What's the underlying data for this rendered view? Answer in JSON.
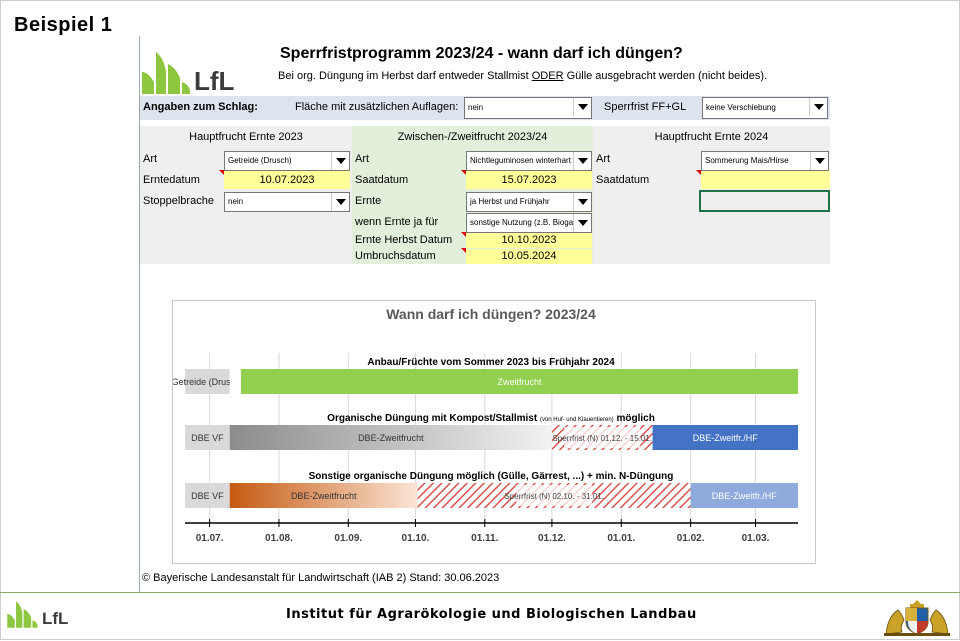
{
  "slide_title": "Beispiel 1",
  "logo_text": "LfL",
  "sheet": {
    "title": "Sperrfristprogramm 2023/24 - wann darf ich düngen?",
    "subtitle_pre": "Bei org. Düngung im Herbst darf entweder Stallmist ",
    "subtitle_under": "ODER",
    "subtitle_post": " Gülle ausgebracht werden (nicht beides)."
  },
  "band": {
    "label": "Angaben zum Schlag:",
    "flaeche_label": "Fläche mit zusätzlichen Auflagen:",
    "flaeche_value": "nein",
    "sperrfrist_label": "Sperrfrist FF+GL",
    "sperrfrist_value": "keine Verschiebung"
  },
  "col1": {
    "header": "Hauptfrucht Ernte 2023",
    "art_label": "Art",
    "art_value": "Getreide (Drusch)",
    "datum_label": "Erntedatum",
    "datum_value": "10.07.2023",
    "stoppel_label": "Stoppelbrache",
    "stoppel_value": "nein"
  },
  "col2": {
    "header": "Zwischen-/Zweitfrucht 2023/24",
    "art_label": "Art",
    "art_value": "Nichtleguminosen winterhart",
    "datum_label": "Saatdatum",
    "datum_value": "15.07.2023",
    "ernte_label": "Ernte",
    "ernte_value": "ja Herbst und Frühjahr",
    "wenn_label": "wenn Ernte ja für",
    "wenn_value": "sonstige Nutzung (z.B. Bioga",
    "herbst_label": "Ernte Herbst Datum",
    "herbst_value": "10.10.2023",
    "umbruch_label": "Umbruchsdatum",
    "umbruch_value": "10.05.2024"
  },
  "col3": {
    "header": "Hauptfrucht Ernte 2024",
    "art_label": "Art",
    "art_value": "Sommerung Mais/Hirse",
    "datum_label": "Saatdatum",
    "datum_value": ""
  },
  "footer_note": "© Bayerische Landesanstalt für Landwirtschaft (IAB 2) Stand: 30.06.2023",
  "footer_institute": "Institut für Agrarökologie und Biologischen Landbau",
  "chart_data": {
    "type": "timeline",
    "title": "Wann darf ich düngen? 2023/24",
    "x_start": "2023-06-20",
    "x_end": "2024-03-20",
    "ticks": [
      {
        "date": "2023-07-01",
        "label": "01.07."
      },
      {
        "date": "2023-08-01",
        "label": "01.08."
      },
      {
        "date": "2023-09-01",
        "label": "01.09."
      },
      {
        "date": "2023-10-01",
        "label": "01.10."
      },
      {
        "date": "2023-11-01",
        "label": "01.11."
      },
      {
        "date": "2023-12-01",
        "label": "01.12."
      },
      {
        "date": "2024-01-01",
        "label": "01.01."
      },
      {
        "date": "2024-02-01",
        "label": "01.02."
      },
      {
        "date": "2024-03-01",
        "label": "01.03."
      }
    ],
    "rows": [
      {
        "title_parts": [
          {
            "text": "Anbau/Früchte vom Sommer 2023 bis Frühjahr 2024",
            "small": false
          }
        ],
        "segments": [
          {
            "start": "2023-06-20",
            "end": "2023-07-10",
            "label": "Getreide (Drusch)",
            "fill": "#d9d9d9",
            "style": "solid",
            "text_color": "#333333"
          },
          {
            "start": "2023-07-10",
            "end": "2023-07-15",
            "label": "",
            "fill": "#ffffff",
            "style": "solid",
            "text_color": "#333333"
          },
          {
            "start": "2023-07-15",
            "end": "2024-03-20",
            "label": "Zweitfrucht",
            "fill": "#92d050",
            "style": "solid",
            "text_color": "#ffffff"
          }
        ]
      },
      {
        "title_parts": [
          {
            "text": "Organische Düngung mit Kompost/Stallmist ",
            "small": false
          },
          {
            "text": "(von Huf- und Klauentieren)",
            "small": true
          },
          {
            "text": " möglich",
            "small": false
          }
        ],
        "segments": [
          {
            "start": "2023-06-20",
            "end": "2023-07-10",
            "label": "DBE VF",
            "fill": "#d9d9d9",
            "style": "solid",
            "text_color": "#333333"
          },
          {
            "start": "2023-07-10",
            "end": "2023-12-01",
            "label": "DBE-Zweitfrucht",
            "fill": "grey-fade",
            "style": "gradient",
            "text_color": "#333333"
          },
          {
            "start": "2023-12-01",
            "end": "2024-01-15",
            "label": "Sperrfrist (N) 01.12. - 15.01.",
            "fill": "#d9534f",
            "style": "hatch",
            "text_color": "#444444"
          },
          {
            "start": "2024-01-15",
            "end": "2024-03-20",
            "label": "DBE-Zweitfr./HF",
            "fill": "#4472c4",
            "style": "solid",
            "text_color": "#ffffff"
          }
        ]
      },
      {
        "title_parts": [
          {
            "text": "Sonstige organische Düngung möglich (Gülle, Gärrest, ...) + min. N-Düngung",
            "small": false
          }
        ],
        "segments": [
          {
            "start": "2023-06-20",
            "end": "2023-07-10",
            "label": "DBE VF",
            "fill": "#d9d9d9",
            "style": "solid",
            "text_color": "#333333"
          },
          {
            "start": "2023-07-10",
            "end": "2023-10-02",
            "label": "DBE-Zweitfrucht",
            "fill": "orange-fade",
            "style": "gradient",
            "text_color": "#333333"
          },
          {
            "start": "2023-10-02",
            "end": "2024-02-01",
            "label": "Sperrfrist (N) 02.10. - 31.01.",
            "fill": "#d9534f",
            "style": "hatch",
            "text_color": "#444444"
          },
          {
            "start": "2024-02-01",
            "end": "2024-03-20",
            "label": "DBE-Zweitfr./HF",
            "fill": "#8faadc",
            "style": "solid",
            "text_color": "#ffffff"
          }
        ]
      }
    ]
  }
}
